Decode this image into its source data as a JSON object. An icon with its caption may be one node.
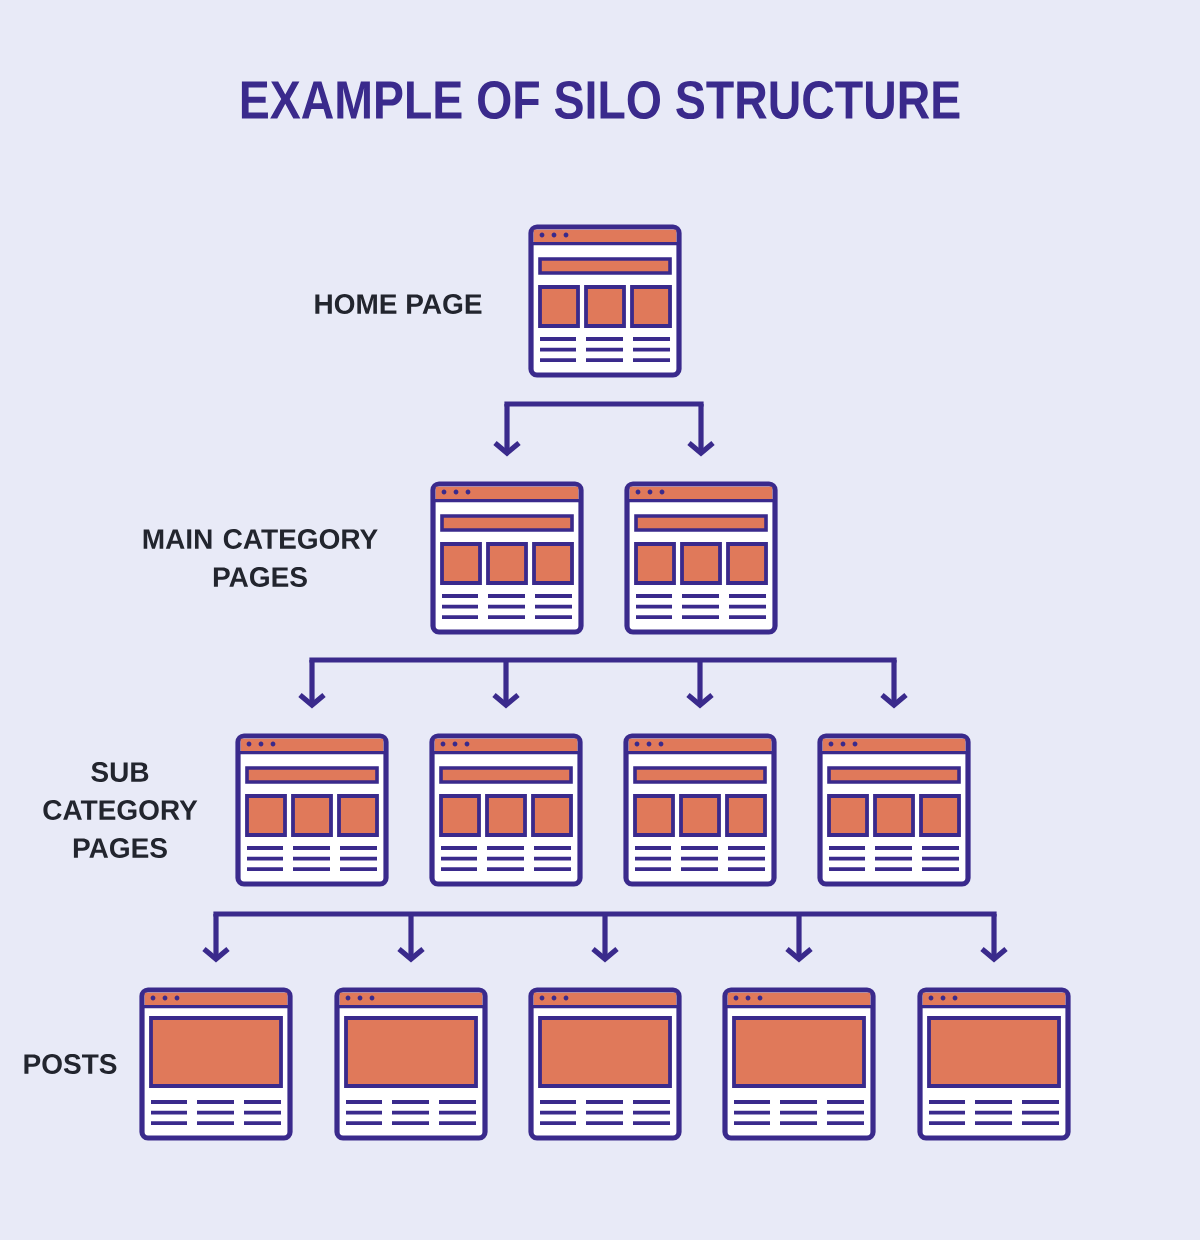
{
  "diagram": {
    "title": "EXAMPLE OF SILO STRUCTURE",
    "nodes": [
      {
        "text": [],
        "shape": "picture"
      },
      {
        "text": [],
        "shape": "picture"
      },
      {
        "text": [],
        "shape": "picture"
      },
      {
        "text": [],
        "shape": "picture"
      },
      {
        "text": [],
        "shape": "picture"
      },
      {
        "text": [],
        "shape": "picture"
      },
      {
        "text": [],
        "shape": "picture"
      },
      {
        "text": [],
        "shape": "picture"
      },
      {
        "text": [],
        "shape": "picture"
      },
      {
        "text": [],
        "shape": "picture"
      },
      {
        "text": [],
        "shape": "picture"
      },
      {
        "text": [],
        "shape": "picture"
      }
    ],
    "edges": [
      {
        "from": null,
        "to": 1,
        "arrow": "to"
      },
      {
        "from": null,
        "to": 2,
        "arrow": "to"
      },
      {
        "from": null,
        "to": 3,
        "arrow": "to"
      },
      {
        "from": null,
        "to": 4,
        "arrow": "to"
      },
      {
        "from": null,
        "to": 5,
        "arrow": "to"
      },
      {
        "from": null,
        "to": 6,
        "arrow": "to"
      },
      {
        "from": null,
        "to": 7,
        "arrow": "to"
      },
      {
        "from": null,
        "to": 8,
        "arrow": "to"
      },
      {
        "from": null,
        "to": 9,
        "arrow": "to"
      },
      {
        "from": null,
        "to": 10,
        "arrow": "to"
      },
      {
        "from": null,
        "to": 11,
        "arrow": "to"
      }
    ],
    "labels": [
      "HOME PAGE",
      "MAIN CATEGORY PAGES",
      "SUB CATEGORY PAGES",
      "POSTS"
    ]
  }
}
